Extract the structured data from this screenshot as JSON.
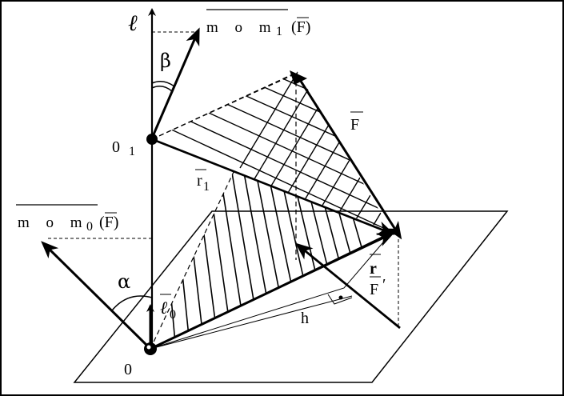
{
  "diagram": {
    "labels": {
      "axis_l": "ℓ",
      "mom_o1": "m o m",
      "mom_o1_sub": "1",
      "mom_o1_arg": "(F)",
      "beta": "β",
      "o1": "0",
      "o1_sub": "1",
      "F": "F",
      "r1": "r",
      "r1_sub": "1",
      "mom_o": "m o m",
      "mom_o_sub": "0",
      "mom_o_arg": "(F)",
      "r": "r",
      "F_prime": "F",
      "F_prime_mark": "′",
      "alpha": "α",
      "l0": "ℓ",
      "l0_sub": "0",
      "h": "h",
      "origin": "0"
    }
  }
}
